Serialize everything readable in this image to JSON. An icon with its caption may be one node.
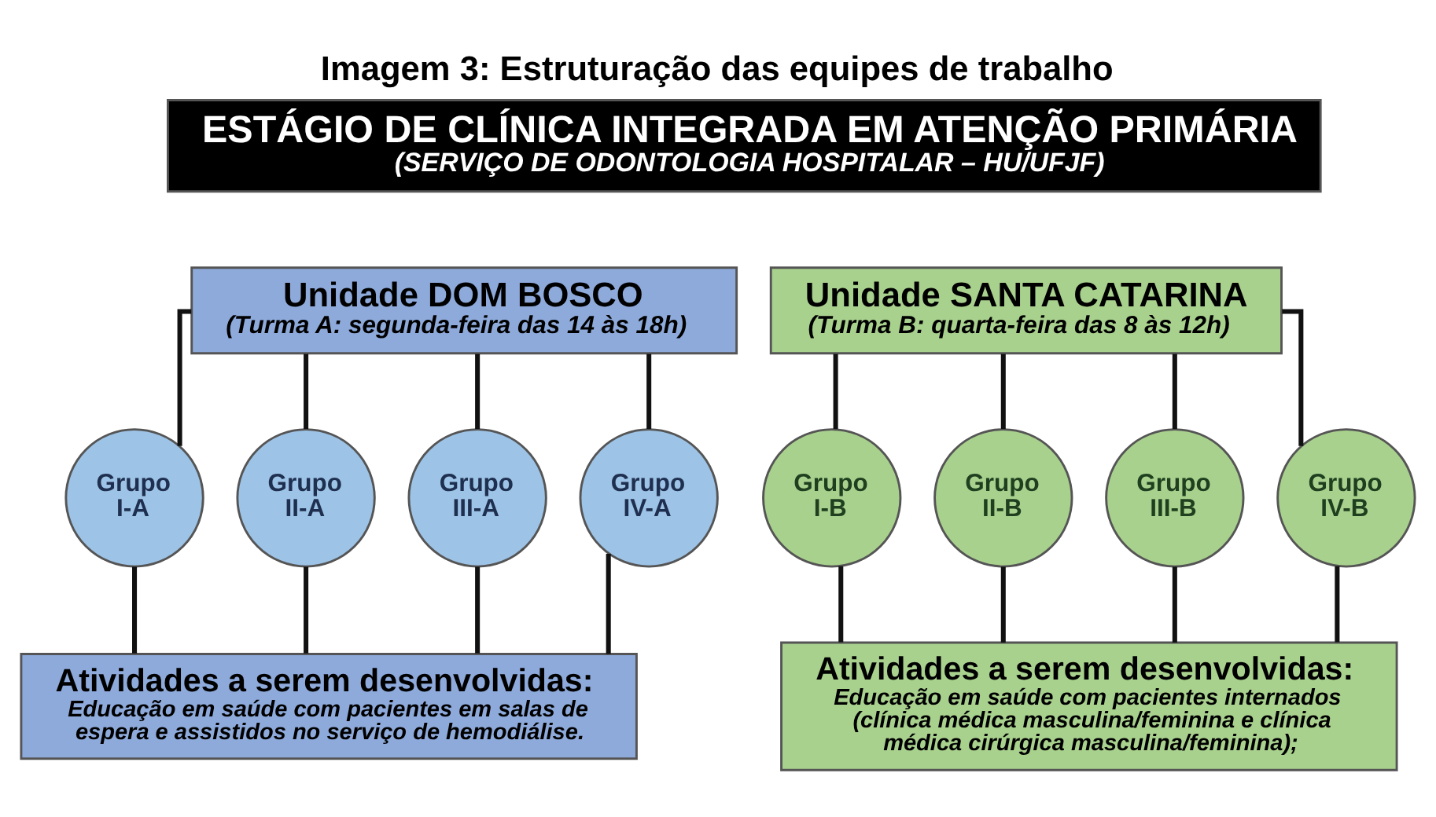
{
  "diagram": {
    "caption": "Imagem 3: Estruturação das equipes de trabalho",
    "nodes": [
      {
        "text": [
          "ESTÁGIO DE CLÍNICA INTEGRADA EM ATENÇÃO PRIMÁRIA",
          "(SERVIÇO DE ODONTOLOGIA HOSPITALAR – HU/UFJF)"
        ]
      },
      {
        "text": [
          "Unidade DOM BOSCO",
          "(Turma A: segunda-feira das 14 às 18h)"
        ]
      },
      {
        "text": [
          "Unidade SANTA CATARINA",
          "(Turma B: quarta-feira das 8 às 12h)"
        ]
      },
      {
        "text": [
          "Grupo I-A"
        ]
      },
      {
        "text": [
          "Grupo II-A"
        ]
      },
      {
        "text": [
          "Grupo III-A"
        ]
      },
      {
        "text": [
          "Grupo IV-A"
        ]
      },
      {
        "text": [
          "Grupo I-B"
        ]
      },
      {
        "text": [
          "Grupo II-B"
        ]
      },
      {
        "text": [
          "Grupo III-B"
        ]
      },
      {
        "text": [
          "Grupo IV-B"
        ]
      },
      {
        "text": [
          "Atividades a serem desenvolvidas:",
          "Educação em saúde com pacientes em salas de espera e assistidos no serviço de hemodiálise."
        ]
      },
      {
        "text": [
          "Atividades a serem desenvolvidas:",
          "Educação em saúde com pacientes internados (clínica médica masculina/feminina e clínica médica cirúrgica masculina/feminina);"
        ]
      }
    ],
    "edges": [
      {
        "from": 1,
        "to": 3,
        "arrow": "none"
      },
      {
        "from": 1,
        "to": 4,
        "arrow": "none"
      },
      {
        "from": 1,
        "to": 5,
        "arrow": "none"
      },
      {
        "from": 1,
        "to": 6,
        "arrow": "none"
      },
      {
        "from": 2,
        "to": 7,
        "arrow": "none"
      },
      {
        "from": 2,
        "to": 8,
        "arrow": "none"
      },
      {
        "from": 2,
        "to": 9,
        "arrow": "none"
      },
      {
        "from": 2,
        "to": 10,
        "arrow": "none"
      },
      {
        "from": 3,
        "to": 11,
        "arrow": "none"
      },
      {
        "from": 4,
        "to": 11,
        "arrow": "none"
      },
      {
        "from": 5,
        "to": 11,
        "arrow": "none"
      },
      {
        "from": 6,
        "to": 11,
        "arrow": "none"
      },
      {
        "from": 7,
        "to": 12,
        "arrow": "none"
      },
      {
        "from": 8,
        "to": 12,
        "arrow": "none"
      },
      {
        "from": 9,
        "to": 12,
        "arrow": "none"
      },
      {
        "from": 10,
        "to": 12,
        "arrow": "none"
      }
    ]
  }
}
